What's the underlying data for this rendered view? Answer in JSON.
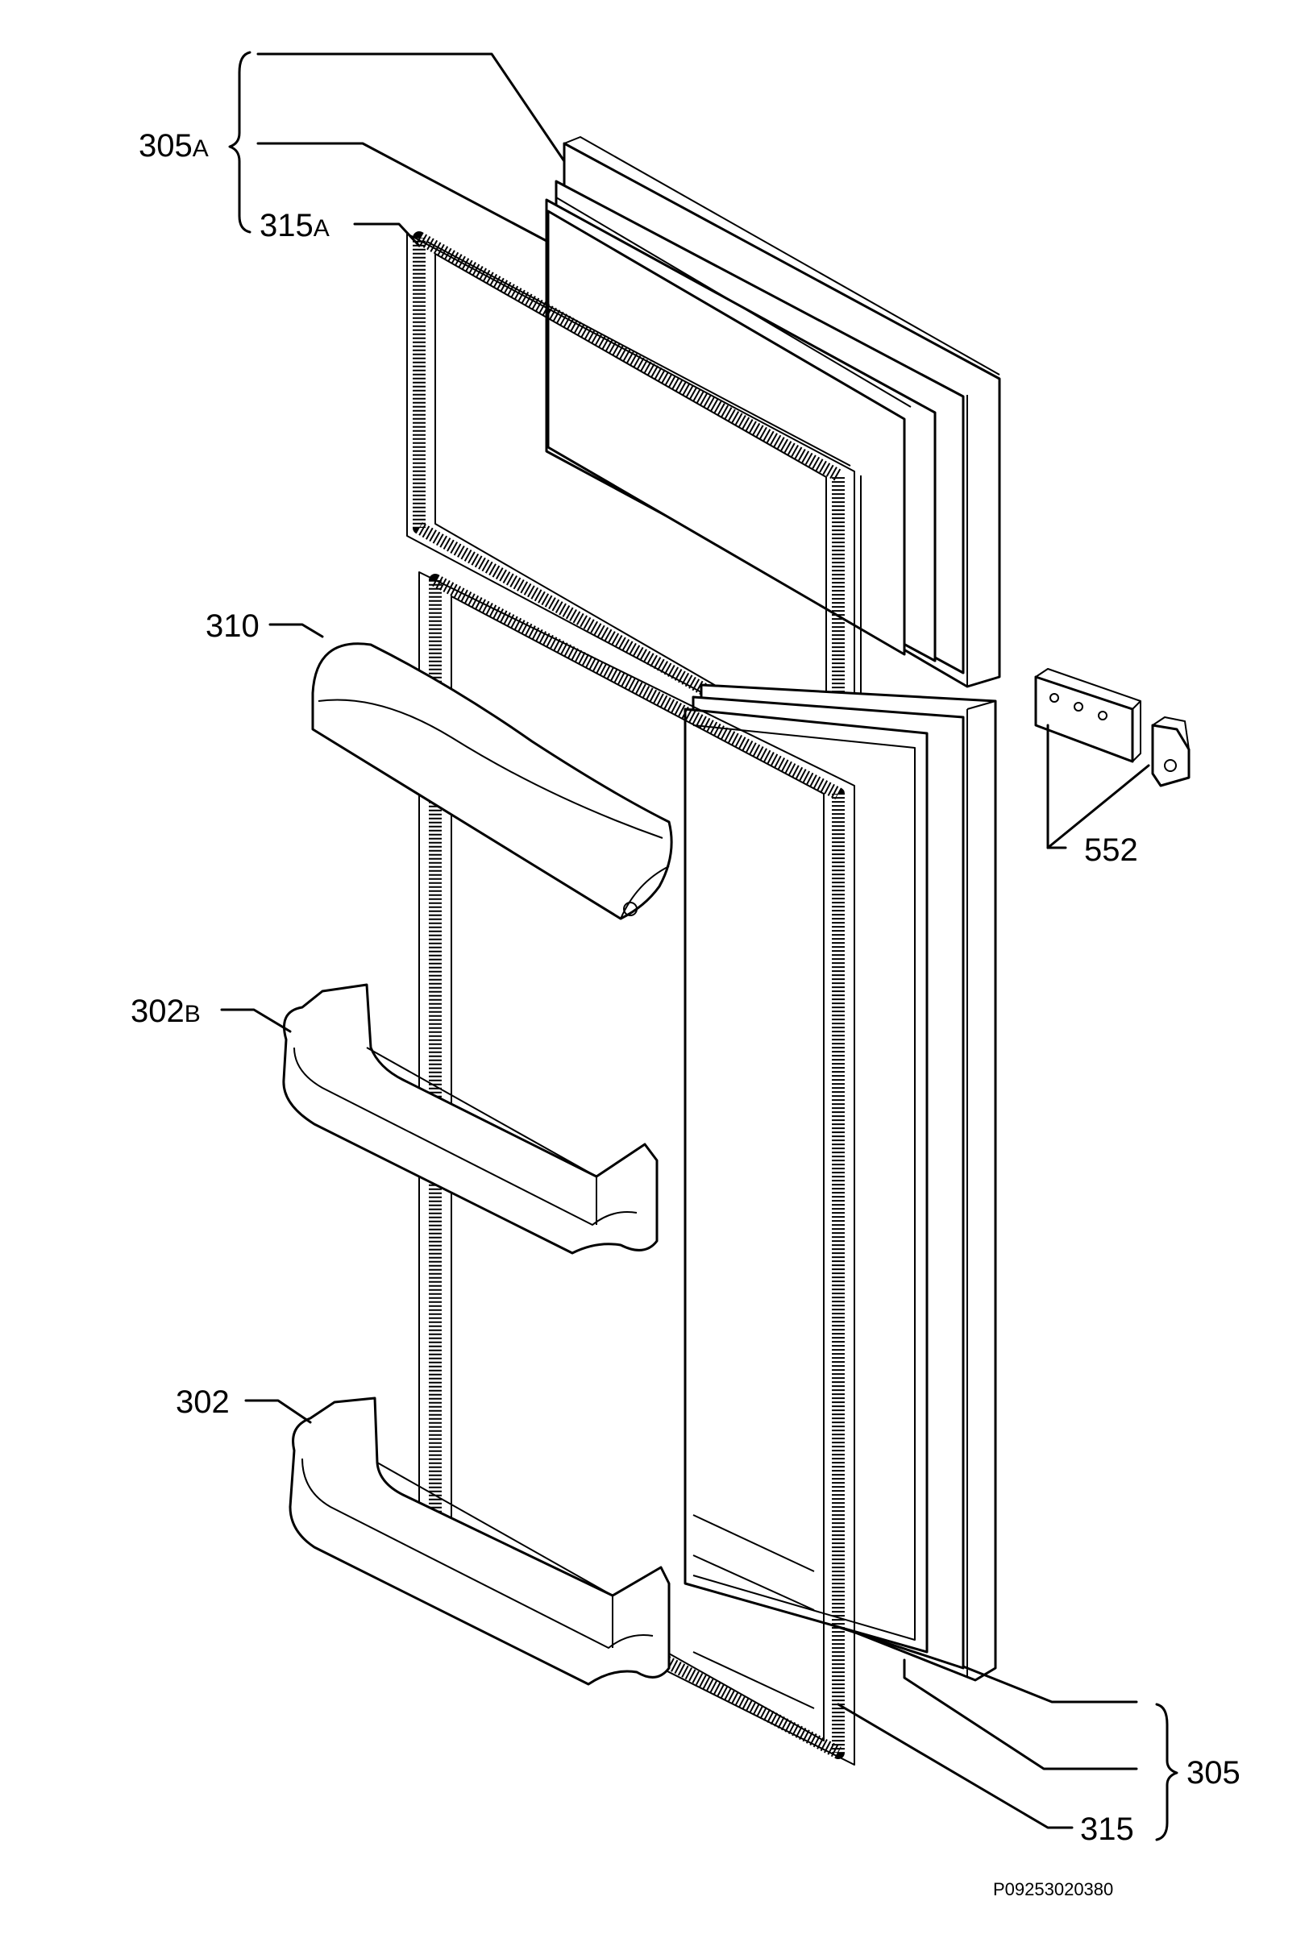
{
  "labels": {
    "door_freezer": {
      "num": "305",
      "suffix": "A"
    },
    "gasket_freezer": {
      "num": "315",
      "suffix": "A"
    },
    "shelf_cover": {
      "num": "310"
    },
    "door_bin_b": {
      "num": "302",
      "suffix": "B"
    },
    "door_bin": {
      "num": "302"
    },
    "hinge": {
      "num": "552"
    },
    "door_fridge": {
      "num": "305"
    },
    "gasket_fridge": {
      "num": "315"
    }
  },
  "drawing_code": "P09253020380"
}
